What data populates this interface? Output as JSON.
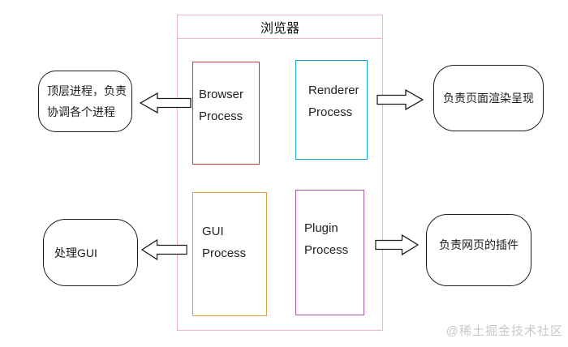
{
  "diagram": {
    "title": "浏览器",
    "container_border_color": "#f1b6c8",
    "processes": [
      {
        "name": "browser-process",
        "line1": "Browser",
        "line2": "Process",
        "border_color": "#c33c3c"
      },
      {
        "name": "renderer-process",
        "line1": "Renderer",
        "line2": "Process",
        "border_color": "#0fa8d8"
      },
      {
        "name": "gui-process",
        "line1": "GUI",
        "line2": "Process",
        "border_color": "#e0993f"
      },
      {
        "name": "plugin-process",
        "line1": "Plugin",
        "line2": "Process",
        "border_color": "#a356a5"
      }
    ],
    "notes": [
      {
        "for": "browser-process",
        "line1": "顶层进程，负责",
        "line2": "协调各个进程",
        "side": "left"
      },
      {
        "for": "renderer-process",
        "line1": "负责页面渲染呈现",
        "side": "right"
      },
      {
        "for": "gui-process",
        "line1": "处理GUI",
        "side": "left"
      },
      {
        "for": "plugin-process",
        "line1": "负责网页的插件",
        "side": "right"
      }
    ],
    "arrows": [
      {
        "from": "browser-process",
        "direction": "left"
      },
      {
        "from": "renderer-process",
        "direction": "right"
      },
      {
        "from": "gui-process",
        "direction": "left"
      },
      {
        "from": "plugin-process",
        "direction": "right"
      }
    ],
    "arrow_fill": "#ffffff",
    "arrow_stroke": "#1c1c1c"
  },
  "watermark": {
    "text": "@稀土掘金技术社区",
    "color": "#c8c8c8"
  }
}
